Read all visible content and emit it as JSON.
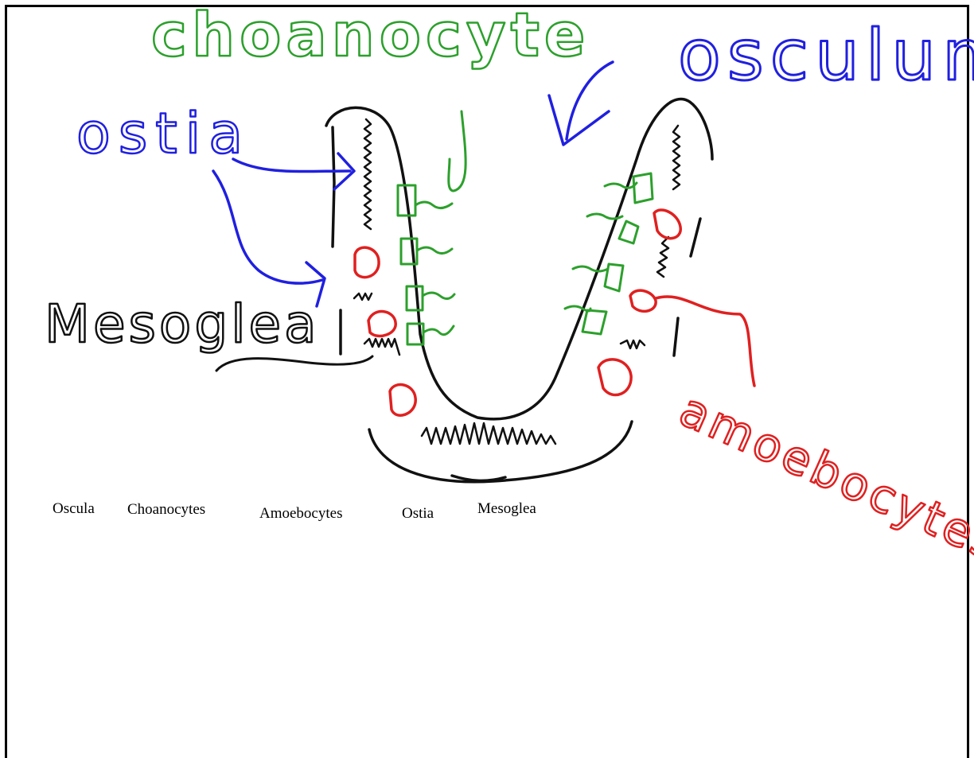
{
  "handwritten_labels": {
    "choanocyte": "choanocyte",
    "osculum": "osculum",
    "ostia": "ostia",
    "mesoglea": "Mesoglea",
    "amoebocytes": "amoebocytes"
  },
  "word_bank": [
    "Oscula",
    "Choanocytes",
    "Amoebocytes",
    "Ostia",
    "Mesoglea"
  ],
  "colors": {
    "choanocyte": "#2ca02c",
    "ostia": "#2020e0",
    "mesoglea": "#111111",
    "amoebocyte": "#e02020",
    "outline": "#111111"
  }
}
